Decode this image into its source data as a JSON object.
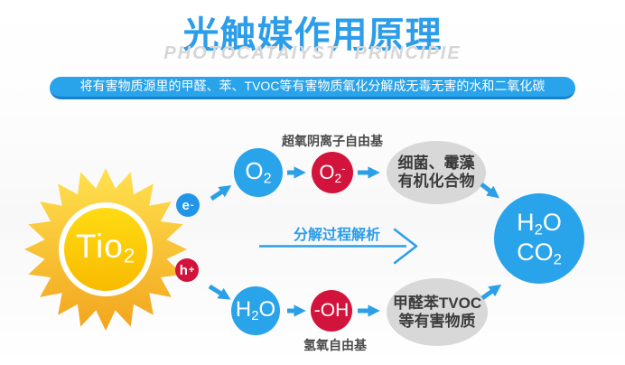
{
  "header": {
    "title": "光触媒作用原理",
    "subtitle": "PHOTOCATAIYST PRINCIPIE"
  },
  "banner": {
    "text": "将有害物质源里的甲醛、苯、TVOC等有害物质氧化分解成无毒无害的水和二氧化碳"
  },
  "diagram": {
    "sun": {
      "formula_base": "Tio",
      "formula_sub": "2"
    },
    "electron_badge": {
      "base": "e",
      "sign": "-"
    },
    "hole_badge": {
      "base": "h",
      "sign": "+"
    },
    "top_path": {
      "reactant": {
        "base": "O",
        "sub": "2"
      },
      "radical": {
        "base": "O",
        "sub": "2",
        "sup": "-"
      },
      "radical_label": "超氧阴离子自由基",
      "target_line1": "细菌、霉藻",
      "target_line2": "有机化合物"
    },
    "process_arrow_label": "分解过程解析",
    "bottom_path": {
      "reactant": {
        "p1": "H",
        "sub": "2",
        "p2": "O"
      },
      "radical": "-OH",
      "radical_label": "氢氧自由基",
      "target_line1": "甲醛苯TVOC",
      "target_line2": "等有害物质"
    },
    "result": {
      "line1": {
        "p1": "H",
        "sub": "2",
        "p2": "O"
      },
      "line2": {
        "p1": "CO",
        "sub": "2"
      }
    }
  },
  "colors": {
    "accent_blue": "#2b9ce8",
    "banner_blue": "#29a3e9",
    "radical_red": "#d2143c",
    "sun_yellow_top": "#ffe14f",
    "sun_orange_bottom": "#f2a51d",
    "ellipse_gray": "#d8d8d8"
  }
}
